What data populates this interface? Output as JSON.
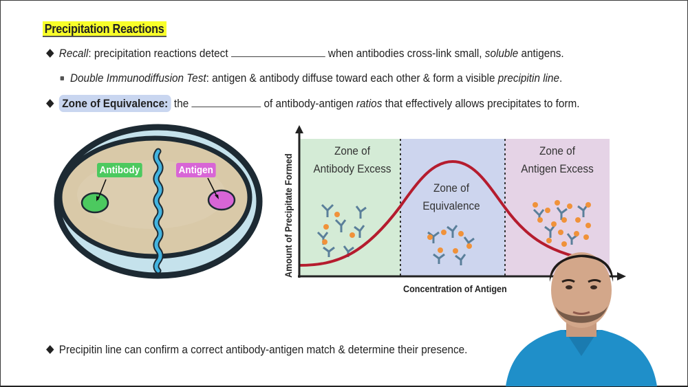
{
  "slide": {
    "title": "Precipitation Reactions",
    "bullets": [
      {
        "lead_italic": "Recall",
        "text_before_blank": ": precipitation reactions detect ",
        "text_after_blank": " when antibodies cross-link small, ",
        "italic_word": "soluble",
        "text_end": " antigens."
      },
      {
        "lead_italic": "Double Immunodiffusion Test",
        "text": ": antigen & antibody diffuse toward each other & form a visible ",
        "italic_end": "precipitin line",
        "text_end": "."
      },
      {
        "lead_bold": "Zone of Equivalence:",
        "text_before_blank": " the ",
        "text_after_blank": " of antibody-antigen ",
        "italic_word": "ratios",
        "text_end": " that effectively allows precipitates to form."
      },
      {
        "text": "Precipitin line can confirm a correct antibody-antigen match & determine their presence."
      }
    ]
  },
  "petri_dish": {
    "left_label": "Antibody",
    "right_label": "Antigen",
    "colors": {
      "antibody": "#4cc95f",
      "antigen": "#d865d6",
      "agar": "#d9c9a8",
      "dish_rim": "#c5e2ec",
      "precipitin_line": "#43b4e0",
      "outline": "#1d2a33"
    }
  },
  "chart_data": {
    "type": "line",
    "title": "",
    "xlabel": "Concentration of Antigen",
    "ylabel": "Amount of Precipitate Formed",
    "zones": [
      {
        "label_line1": "Zone of",
        "label_line2": "Antibody Excess",
        "color": "#d4ebd6"
      },
      {
        "label_line1": "Zone of",
        "label_line2": "Equivalence",
        "color": "#cdd5ee"
      },
      {
        "label_line1": "Zone of",
        "label_line2": "Antigen Excess",
        "color": "#e5d3e6"
      }
    ],
    "curve_color": "#b51c2e",
    "x": [
      0,
      0.1,
      0.2,
      0.3,
      0.35,
      0.4,
      0.45,
      0.5,
      0.55,
      0.6,
      0.65,
      0.7,
      0.8,
      0.9,
      1.0
    ],
    "values": [
      0.05,
      0.07,
      0.15,
      0.35,
      0.55,
      0.78,
      0.9,
      0.92,
      0.9,
      0.75,
      0.55,
      0.38,
      0.18,
      0.08,
      0.05
    ],
    "grid": false,
    "legend": "none"
  }
}
